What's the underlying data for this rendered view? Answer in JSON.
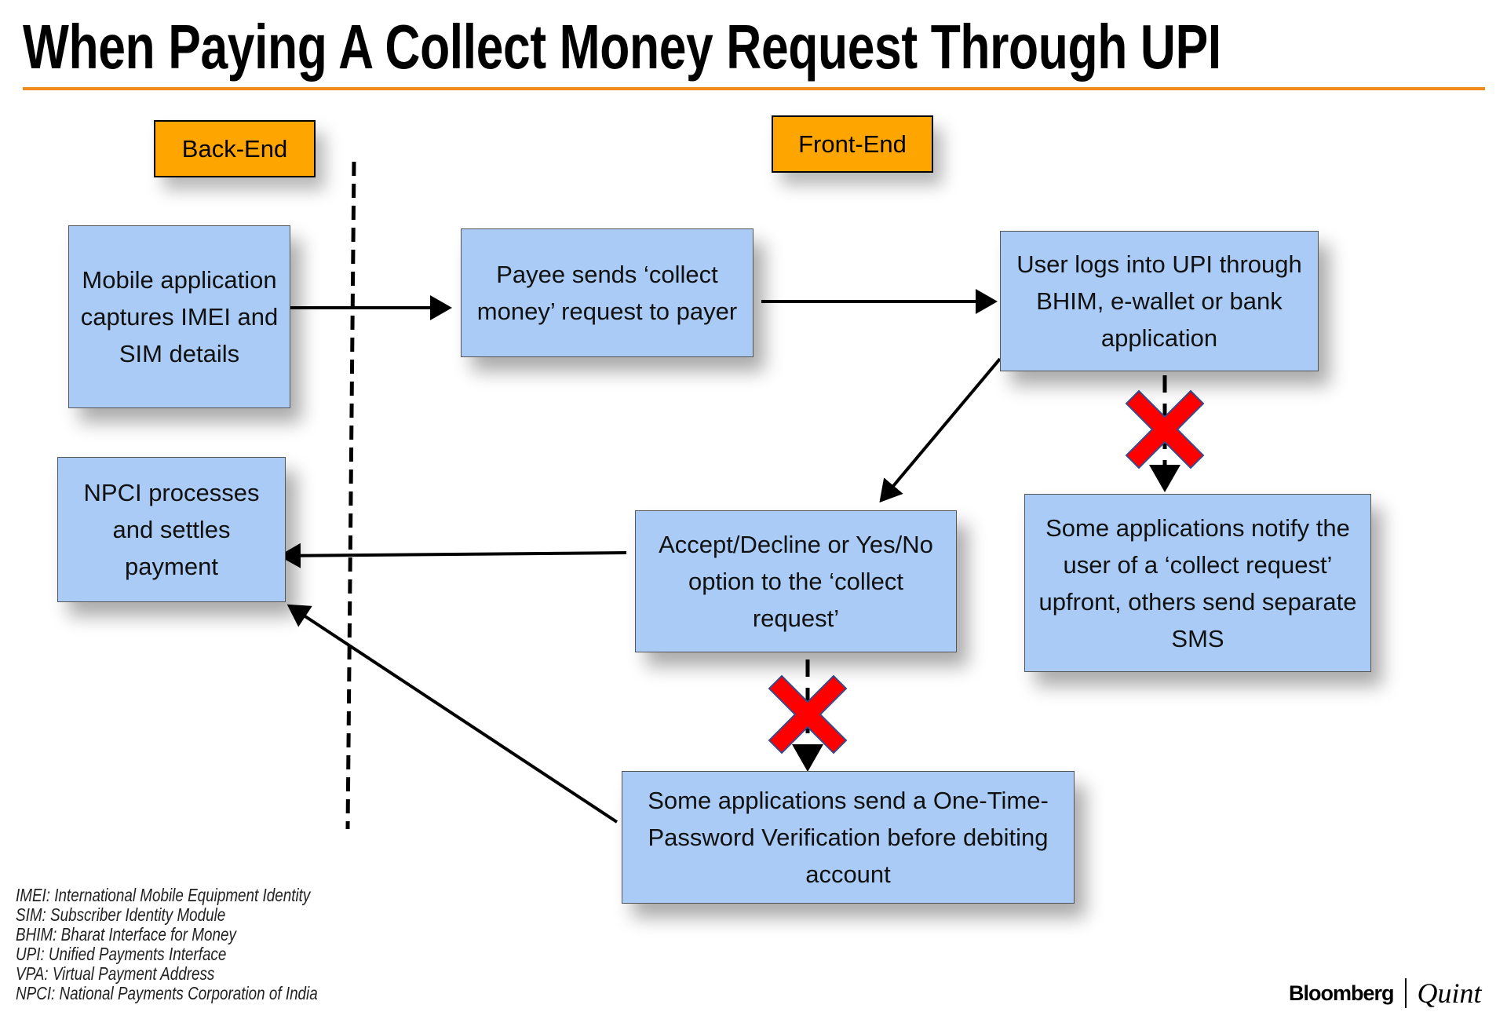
{
  "title": "When Paying A Collect Money Request Through UPI",
  "labels": {
    "back_end": "Back-End",
    "front_end": "Front-End"
  },
  "boxes": {
    "mobile_app": "Mobile application captures IMEI and SIM details",
    "payee_sends": "Payee sends ‘collect money’ request to payer",
    "user_logs": "User logs into UPI through BHIM, e-wallet or bank application",
    "npci": "NPCI processes and settles payment",
    "accept_decline": "Accept/Decline or Yes/No option to the ‘collect request’",
    "notify": "Some applications notify the user of a ‘collect request’ upfront, others send separate SMS",
    "otp": "Some applications send a One-Time-Password Verification before debiting account"
  },
  "footnotes": [
    "IMEI: International Mobile Equipment Identity",
    "SIM: Subscriber Identity Module",
    "BHIM: Bharat Interface for Money",
    "UPI: Unified Payments Interface",
    "VPA: Virtual Payment Address",
    "NPCI: National Payments Corporation of India"
  ],
  "logo": {
    "left": "Bloomberg",
    "right": "Quint"
  },
  "colors": {
    "accent_rule": "#ef8a1e",
    "tag_fill": "#ffa500",
    "box_fill": "#a9cbf5",
    "cross": "#ff0000"
  }
}
